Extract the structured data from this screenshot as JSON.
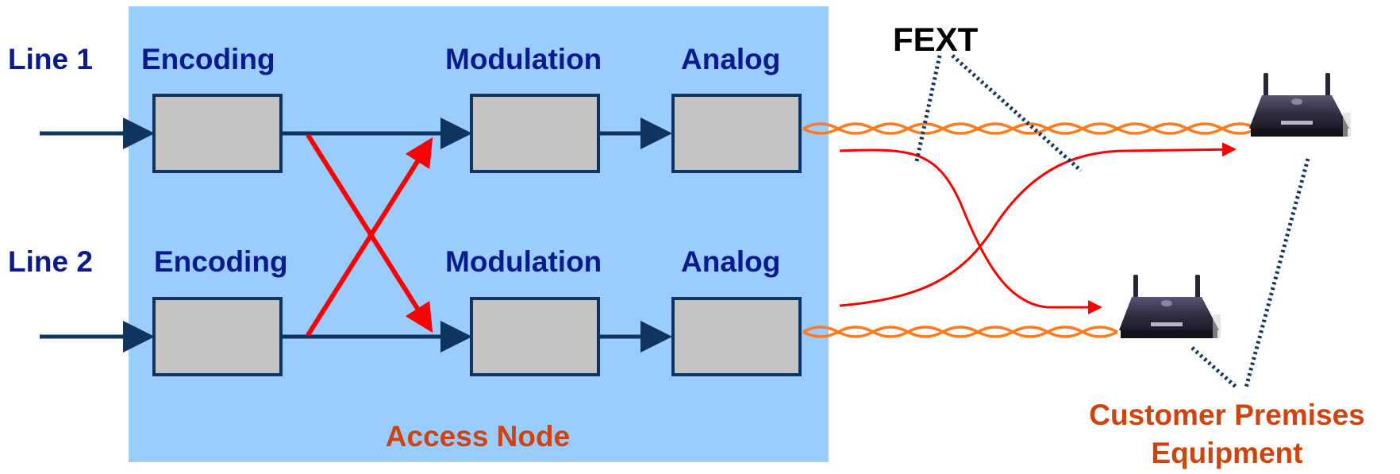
{
  "labels": {
    "line1": "Line 1",
    "line2": "Line 2",
    "encoding_top": "Encoding",
    "encoding_bottom": "Encoding",
    "modulation_top": "Modulation",
    "modulation_bottom": "Modulation",
    "analog_top": "Analog",
    "analog_bottom": "Analog",
    "fext": "FEXT",
    "access_node": "Access Node",
    "cpe_line1": "Customer Premises",
    "cpe_line2": "Equipment"
  },
  "colors": {
    "access_node_bg": "#99ccff",
    "block_fill": "#c4c4c4",
    "arrow_navy": "#0f3460",
    "crosstalk_red": "#ff0000",
    "cable_orange": "#ff7a1a",
    "label_blue": "#0a1a8c",
    "label_orange": "#d2420c"
  },
  "icons": [
    "router-icon",
    "router-icon"
  ]
}
